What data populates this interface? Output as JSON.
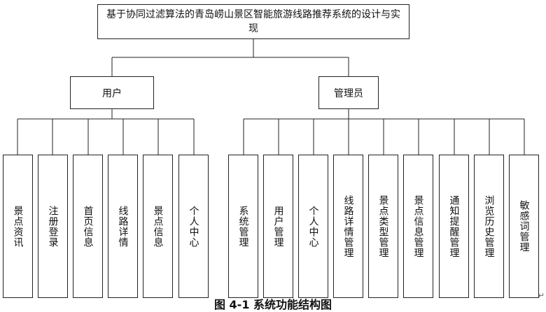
{
  "root": {
    "title": "基于协同过滤算法的青岛崂山景区智能旅游线路推荐系统的设计与实现"
  },
  "roles": [
    {
      "key": "user",
      "label": "用户",
      "modules": [
        "景点资讯",
        "注册登录",
        "首页信息",
        "线路详情",
        "景点信息",
        "个人中心"
      ]
    },
    {
      "key": "admin",
      "label": "管理员",
      "modules": [
        "系统管理",
        "用户管理",
        "个人中心",
        "线路详情管理",
        "景点类型管理",
        "景点信息管理",
        "通知提醒管理",
        "浏览历史管理",
        "敏感词管理"
      ]
    }
  ],
  "caption": "图 4-1 系统功能结构图",
  "corner_glyph": "↵"
}
